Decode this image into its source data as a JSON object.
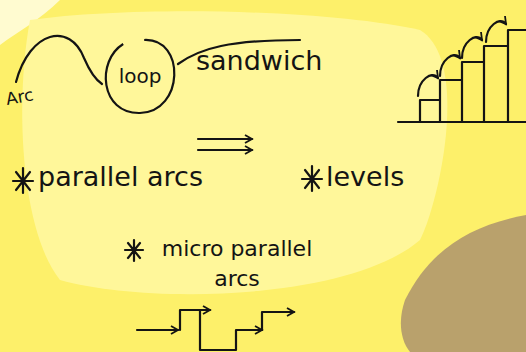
{
  "diagram": {
    "nodes": [
      {
        "text": [
          "loop"
        ]
      }
    ],
    "labels": [
      "Arc",
      "sandwich",
      "parallel arcs",
      "levels",
      "micro parallel arcs"
    ]
  }
}
